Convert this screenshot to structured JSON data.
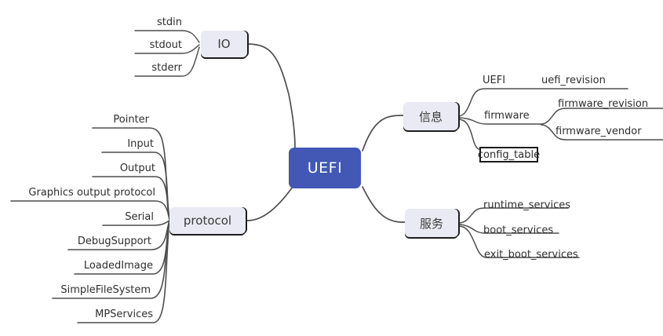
{
  "diagram": {
    "title": "UEFI",
    "type": "mindmap",
    "background_color": "#ffffff",
    "root_color": "#4258b4",
    "branch_color": "#e9eaf3",
    "edge_color": "#4d4d4d"
  },
  "root": {
    "label": "UEFI"
  },
  "branches": [
    {
      "id": "io",
      "label": "IO",
      "side": "left",
      "leaves": [
        {
          "label": "stdin"
        },
        {
          "label": "stdout"
        },
        {
          "label": "stderr"
        }
      ]
    },
    {
      "id": "protocol",
      "label": "protocol",
      "side": "left",
      "leaves": [
        {
          "label": "Pointer"
        },
        {
          "label": "Input"
        },
        {
          "label": "Output"
        },
        {
          "label": "Graphics output protocol"
        },
        {
          "label": "Serial"
        },
        {
          "label": "DebugSupport"
        },
        {
          "label": "LoadedImage"
        },
        {
          "label": "SimpleFileSystem"
        },
        {
          "label": "MPServices"
        }
      ]
    },
    {
      "id": "info",
      "label": "信息",
      "side": "right",
      "leaves": [
        {
          "label": "UEFI",
          "children": [
            {
              "label": "uefi_revision"
            }
          ]
        },
        {
          "label": "firmware",
          "children": [
            {
              "label": "firmware_revision"
            },
            {
              "label": "firmware_vendor"
            }
          ]
        },
        {
          "label": "config_table",
          "boxed": true
        }
      ]
    },
    {
      "id": "services",
      "label": "服务",
      "side": "right",
      "leaves": [
        {
          "label": "runtime_services"
        },
        {
          "label": "boot_services"
        },
        {
          "label": "exit_boot_services"
        }
      ]
    }
  ]
}
